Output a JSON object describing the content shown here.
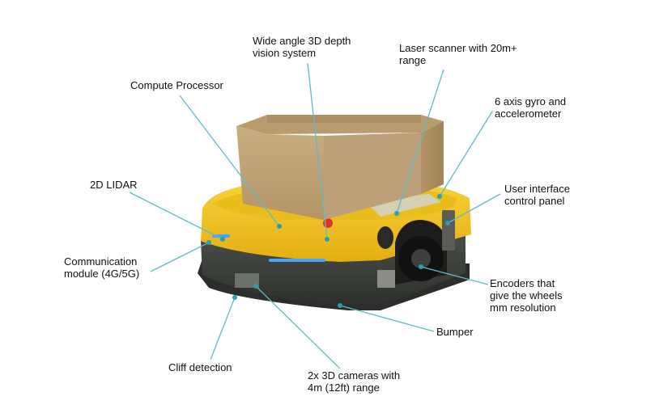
{
  "colors": {
    "leader": "#5bbccc",
    "dot": "#2e9fb1",
    "body_yellow": "#f2c21a",
    "base_dark": "#3b3f3a",
    "box_tan": "#c8ad7e",
    "led_blue": "#4aa3ff"
  },
  "labels": {
    "vision": [
      "Wide angle 3D depth",
      "vision system"
    ],
    "laser": [
      "Laser scanner with 20m+",
      "range"
    ],
    "compute": [
      "Compute Processor"
    ],
    "gyro": [
      "6 axis gyro and",
      "accelerometer"
    ],
    "lidar": [
      "2D LIDAR"
    ],
    "ui_panel": [
      "User interface",
      "control panel"
    ],
    "comm": [
      "Communication",
      "module (4G/5G)"
    ],
    "encoders": [
      "Encoders that",
      "give the wheels",
      "mm resolution"
    ],
    "bumper": [
      "Bumper"
    ],
    "cliff": [
      "Cliff detection"
    ],
    "cameras": [
      "2x 3D cameras with",
      "4m (12ft) range"
    ]
  }
}
